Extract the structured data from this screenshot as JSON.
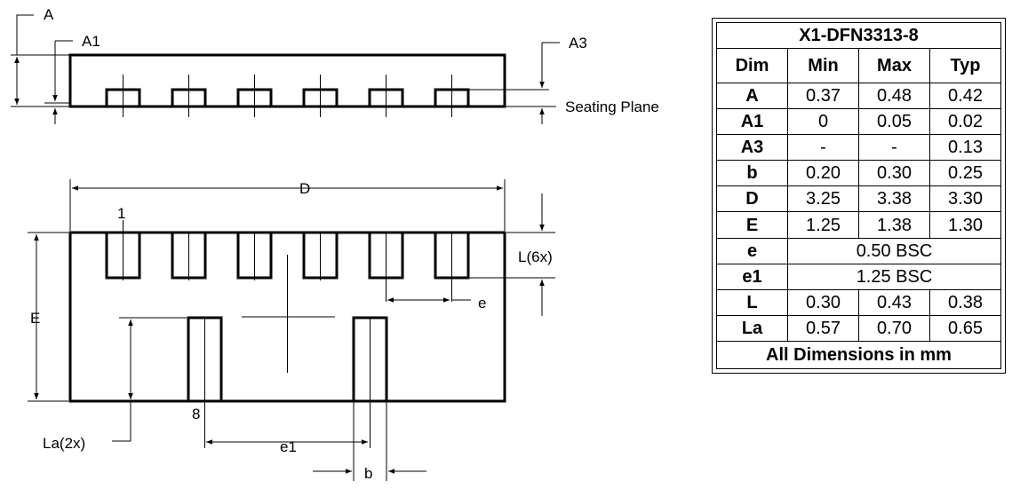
{
  "drawing": {
    "side_view": {
      "labels": {
        "A": "A",
        "A1": "A1",
        "A3": "A3",
        "seating_plane": "Seating Plane"
      }
    },
    "top_view": {
      "labels": {
        "D": "D",
        "pin1": "1",
        "pin8": "8",
        "L": "L(6x)",
        "e": "e",
        "E": "E",
        "La": "La(2x)",
        "e1": "e1",
        "b": "b"
      }
    }
  },
  "table": {
    "title": "X1-DFN3313-8",
    "headers": [
      "Dim",
      "Min",
      "Max",
      "Typ"
    ],
    "rows": [
      {
        "dim": "A",
        "min": "0.37",
        "max": "0.48",
        "typ": "0.42"
      },
      {
        "dim": "A1",
        "min": "0",
        "max": "0.05",
        "typ": "0.02"
      },
      {
        "dim": "A3",
        "min": "-",
        "max": "-",
        "typ": "0.13"
      },
      {
        "dim": "b",
        "min": "0.20",
        "max": "0.30",
        "typ": "0.25"
      },
      {
        "dim": "D",
        "min": "3.25",
        "max": "3.38",
        "typ": "3.30"
      },
      {
        "dim": "E",
        "min": "1.25",
        "max": "1.38",
        "typ": "1.30"
      },
      {
        "dim": "e",
        "span": "0.50 BSC"
      },
      {
        "dim": "e1",
        "span": "1.25 BSC"
      },
      {
        "dim": "L",
        "min": "0.30",
        "max": "0.43",
        "typ": "0.38"
      },
      {
        "dim": "La",
        "min": "0.57",
        "max": "0.70",
        "typ": "0.65"
      }
    ],
    "footer": "All Dimensions in mm"
  }
}
